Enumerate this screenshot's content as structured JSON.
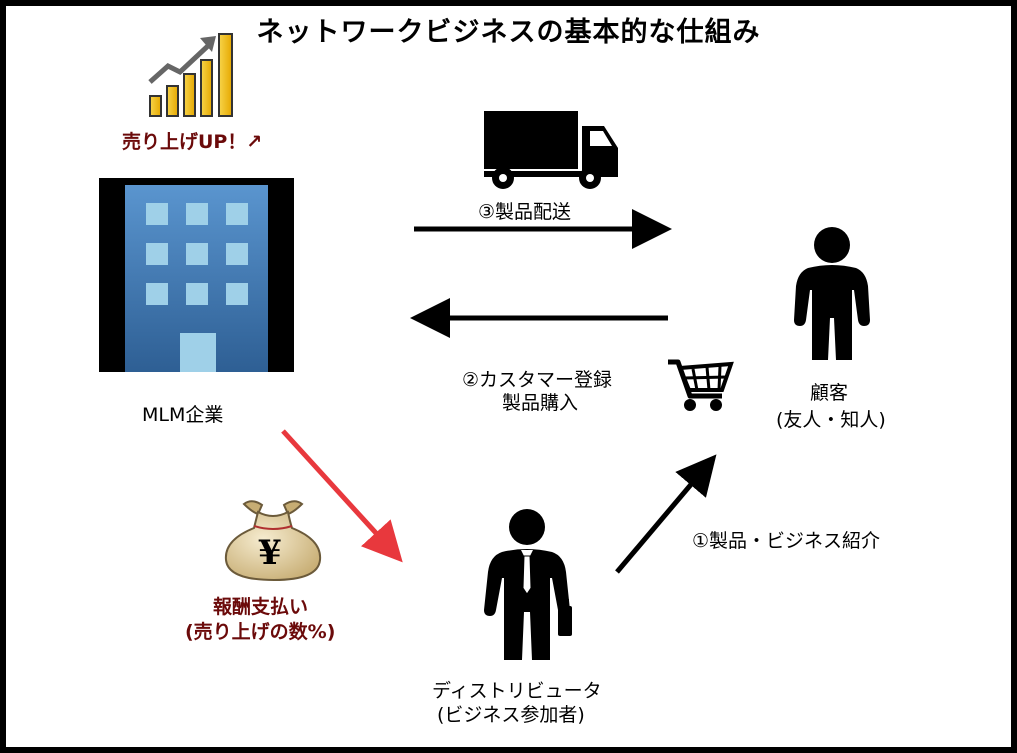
{
  "title": "ネットワークビジネスの基本的な仕組み",
  "sales_up": "売り上げUP！↗",
  "company": "MLM企業",
  "delivery": "③製品配送",
  "purchase_line1": "②カスタマー登録",
  "purchase_line2": "製品購入",
  "customer_line1": "顧客",
  "customer_line2": "(友人・知人)",
  "introduce": "①製品・ビジネス紹介",
  "reward_line1": "報酬支払い",
  "reward_line2": "(売り上げの数%)",
  "distributor_line1": "ディストリビュータ",
  "distributor_line2": "(ビジネス参加者)",
  "yen_symbol": "¥",
  "colors": {
    "reward_arrow": "#e8383d",
    "reward_text": "#6b0a0a",
    "bar_gold": "#f5c518",
    "building_blue": "#3f79b5"
  }
}
